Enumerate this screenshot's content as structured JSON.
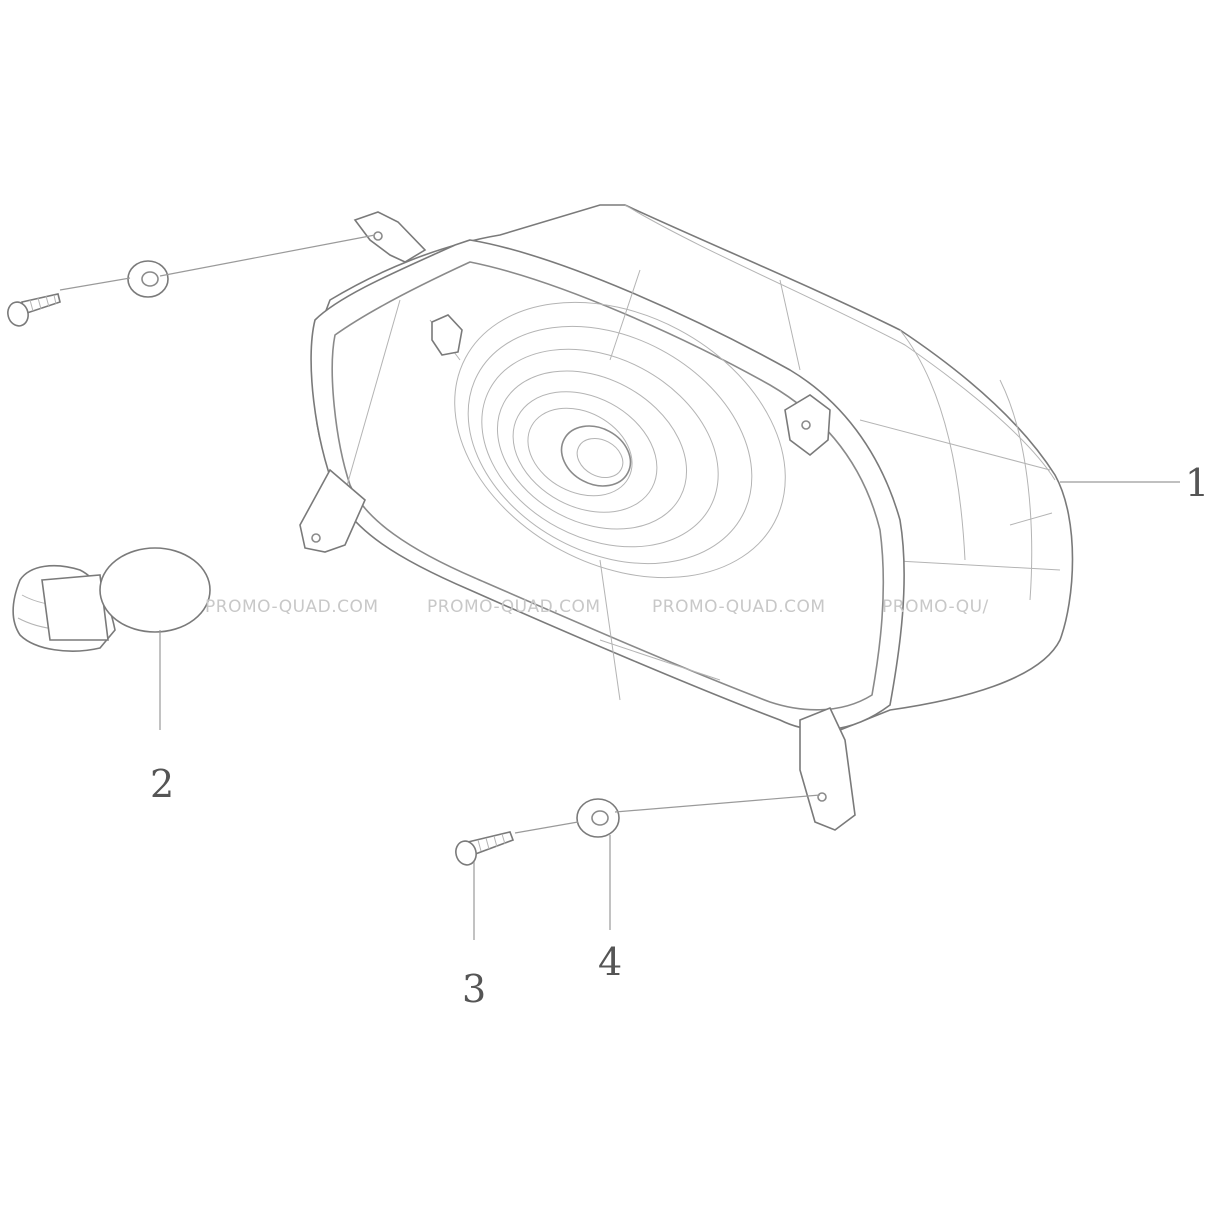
{
  "callouts": [
    {
      "id": "part-1",
      "label": "1"
    },
    {
      "id": "part-2",
      "label": "2"
    },
    {
      "id": "part-3",
      "label": "3"
    },
    {
      "id": "part-4",
      "label": "4"
    }
  ],
  "watermarks": [
    "PROMO-QUAD.COM",
    "PROMO-QUAD.COM",
    "PROMO-QUAD.COM",
    "PROMO-QU/"
  ],
  "colors": {
    "line": "#8a8a8a",
    "callout": "#555555",
    "watermark": "#c8c8c8"
  }
}
